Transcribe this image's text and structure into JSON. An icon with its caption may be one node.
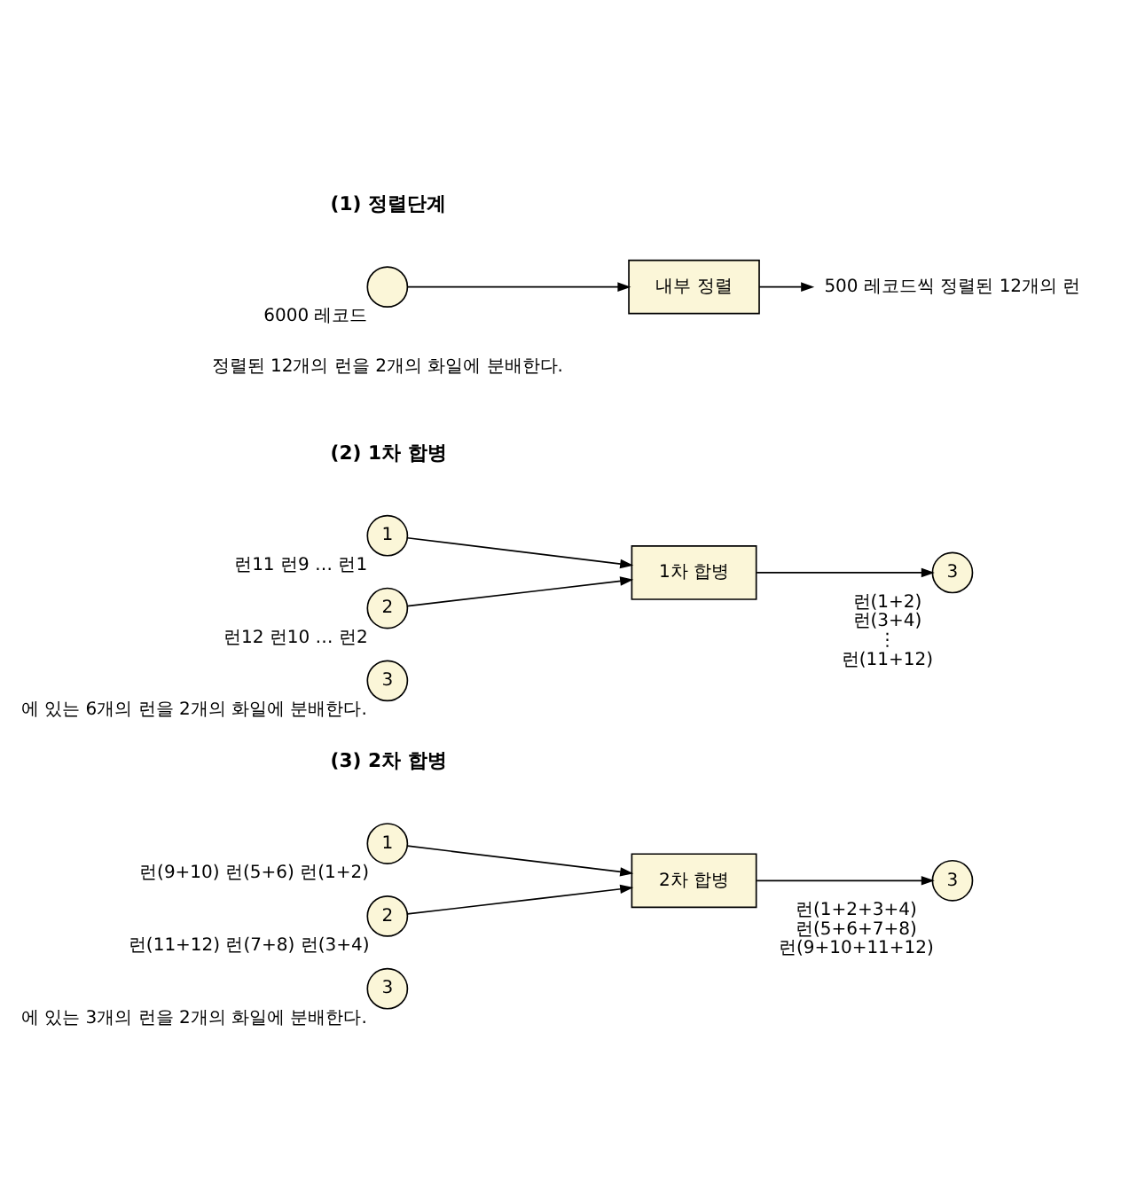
{
  "diagram": {
    "nodes": [
      {
        "text": [],
        "shape": "circle",
        "beside": [
          "6000 레코드"
        ]
      },
      {
        "text": [
          "내부 정렬"
        ]
      },
      {
        "text": [
          "500 레코드씩 정렬된 12개의 런"
        ]
      },
      {
        "text": [
          "1"
        ],
        "beside": [
          "런11 런9 … 런1"
        ]
      },
      {
        "text": [
          "2"
        ],
        "beside": [
          "런12 런10 … 런2"
        ]
      },
      {
        "text": [
          "1차 합병"
        ]
      },
      {
        "text": [
          "3"
        ],
        "beside": [
          "런(1+2)",
          "런(3+4)",
          "⋮",
          "런(11+12)"
        ]
      },
      {
        "text": [
          "3"
        ],
        "beside": [
          "에 있는 6개의 런을 2개의 화일에 분배한다."
        ]
      },
      {
        "text": [
          "1"
        ],
        "beside": [
          "런(9+10) 런(5+6) 런(1+2)"
        ]
      },
      {
        "text": [
          "2"
        ],
        "beside": [
          "런(11+12) 런(7+8) 런(3+4)"
        ]
      },
      {
        "text": [
          "2차 합병"
        ]
      },
      {
        "text": [
          "3"
        ],
        "beside": [
          "런(1+2+3+4)",
          "런(5+6+7+8)",
          "런(9+10+11+12)"
        ]
      },
      {
        "text": [
          "3"
        ],
        "beside": [
          "에 있는 3개의 런을 2개의 화일에 분배한다."
        ]
      }
    ],
    "edges": [
      {
        "from": 0,
        "to": 1,
        "arrow": "to"
      },
      {
        "from": 1,
        "to": 2,
        "arrow": "to"
      },
      {
        "from": 3,
        "to": 5,
        "arrow": "to"
      },
      {
        "from": 4,
        "to": 5,
        "arrow": "to"
      },
      {
        "from": 5,
        "to": 6,
        "arrow": "to"
      },
      {
        "from": 8,
        "to": 10,
        "arrow": "to"
      },
      {
        "from": 9,
        "to": 10,
        "arrow": "to"
      },
      {
        "from": 10,
        "to": 11,
        "arrow": "to"
      }
    ],
    "labels": [
      "(1) 정렬단계",
      "정렬된 12개의 런을 2개의 화일에 분배한다.",
      "(2) 1차 합병",
      "(3) 2차 합병"
    ]
  }
}
